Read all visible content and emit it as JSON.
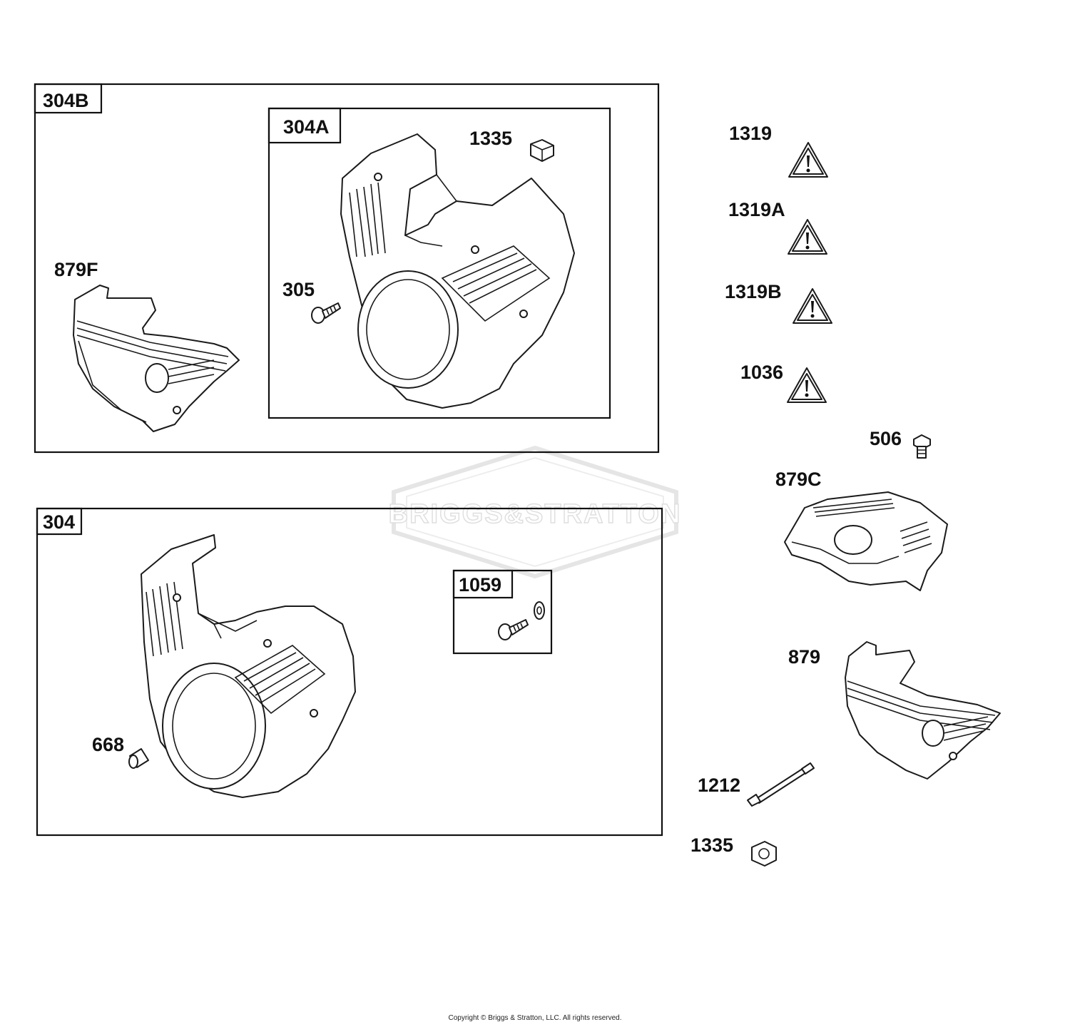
{
  "groups": {
    "g304b": {
      "tag": "304B"
    },
    "g304a": {
      "tag": "304A"
    },
    "g304": {
      "tag": "304"
    },
    "g1059": {
      "tag": "1059"
    }
  },
  "labels": {
    "p879f": "879F",
    "p305": "305",
    "p1335a": "1335",
    "p1319": "1319",
    "p1319a": "1319A",
    "p1319b": "1319B",
    "p1036": "1036",
    "p506": "506",
    "p879c": "879C",
    "p879": "879",
    "p668": "668",
    "p1212": "1212",
    "p1335b": "1335"
  },
  "watermark": "BRIGGS&STRATTON",
  "copyright": "Copyright © Briggs & Stratton, LLC. All rights reserved."
}
